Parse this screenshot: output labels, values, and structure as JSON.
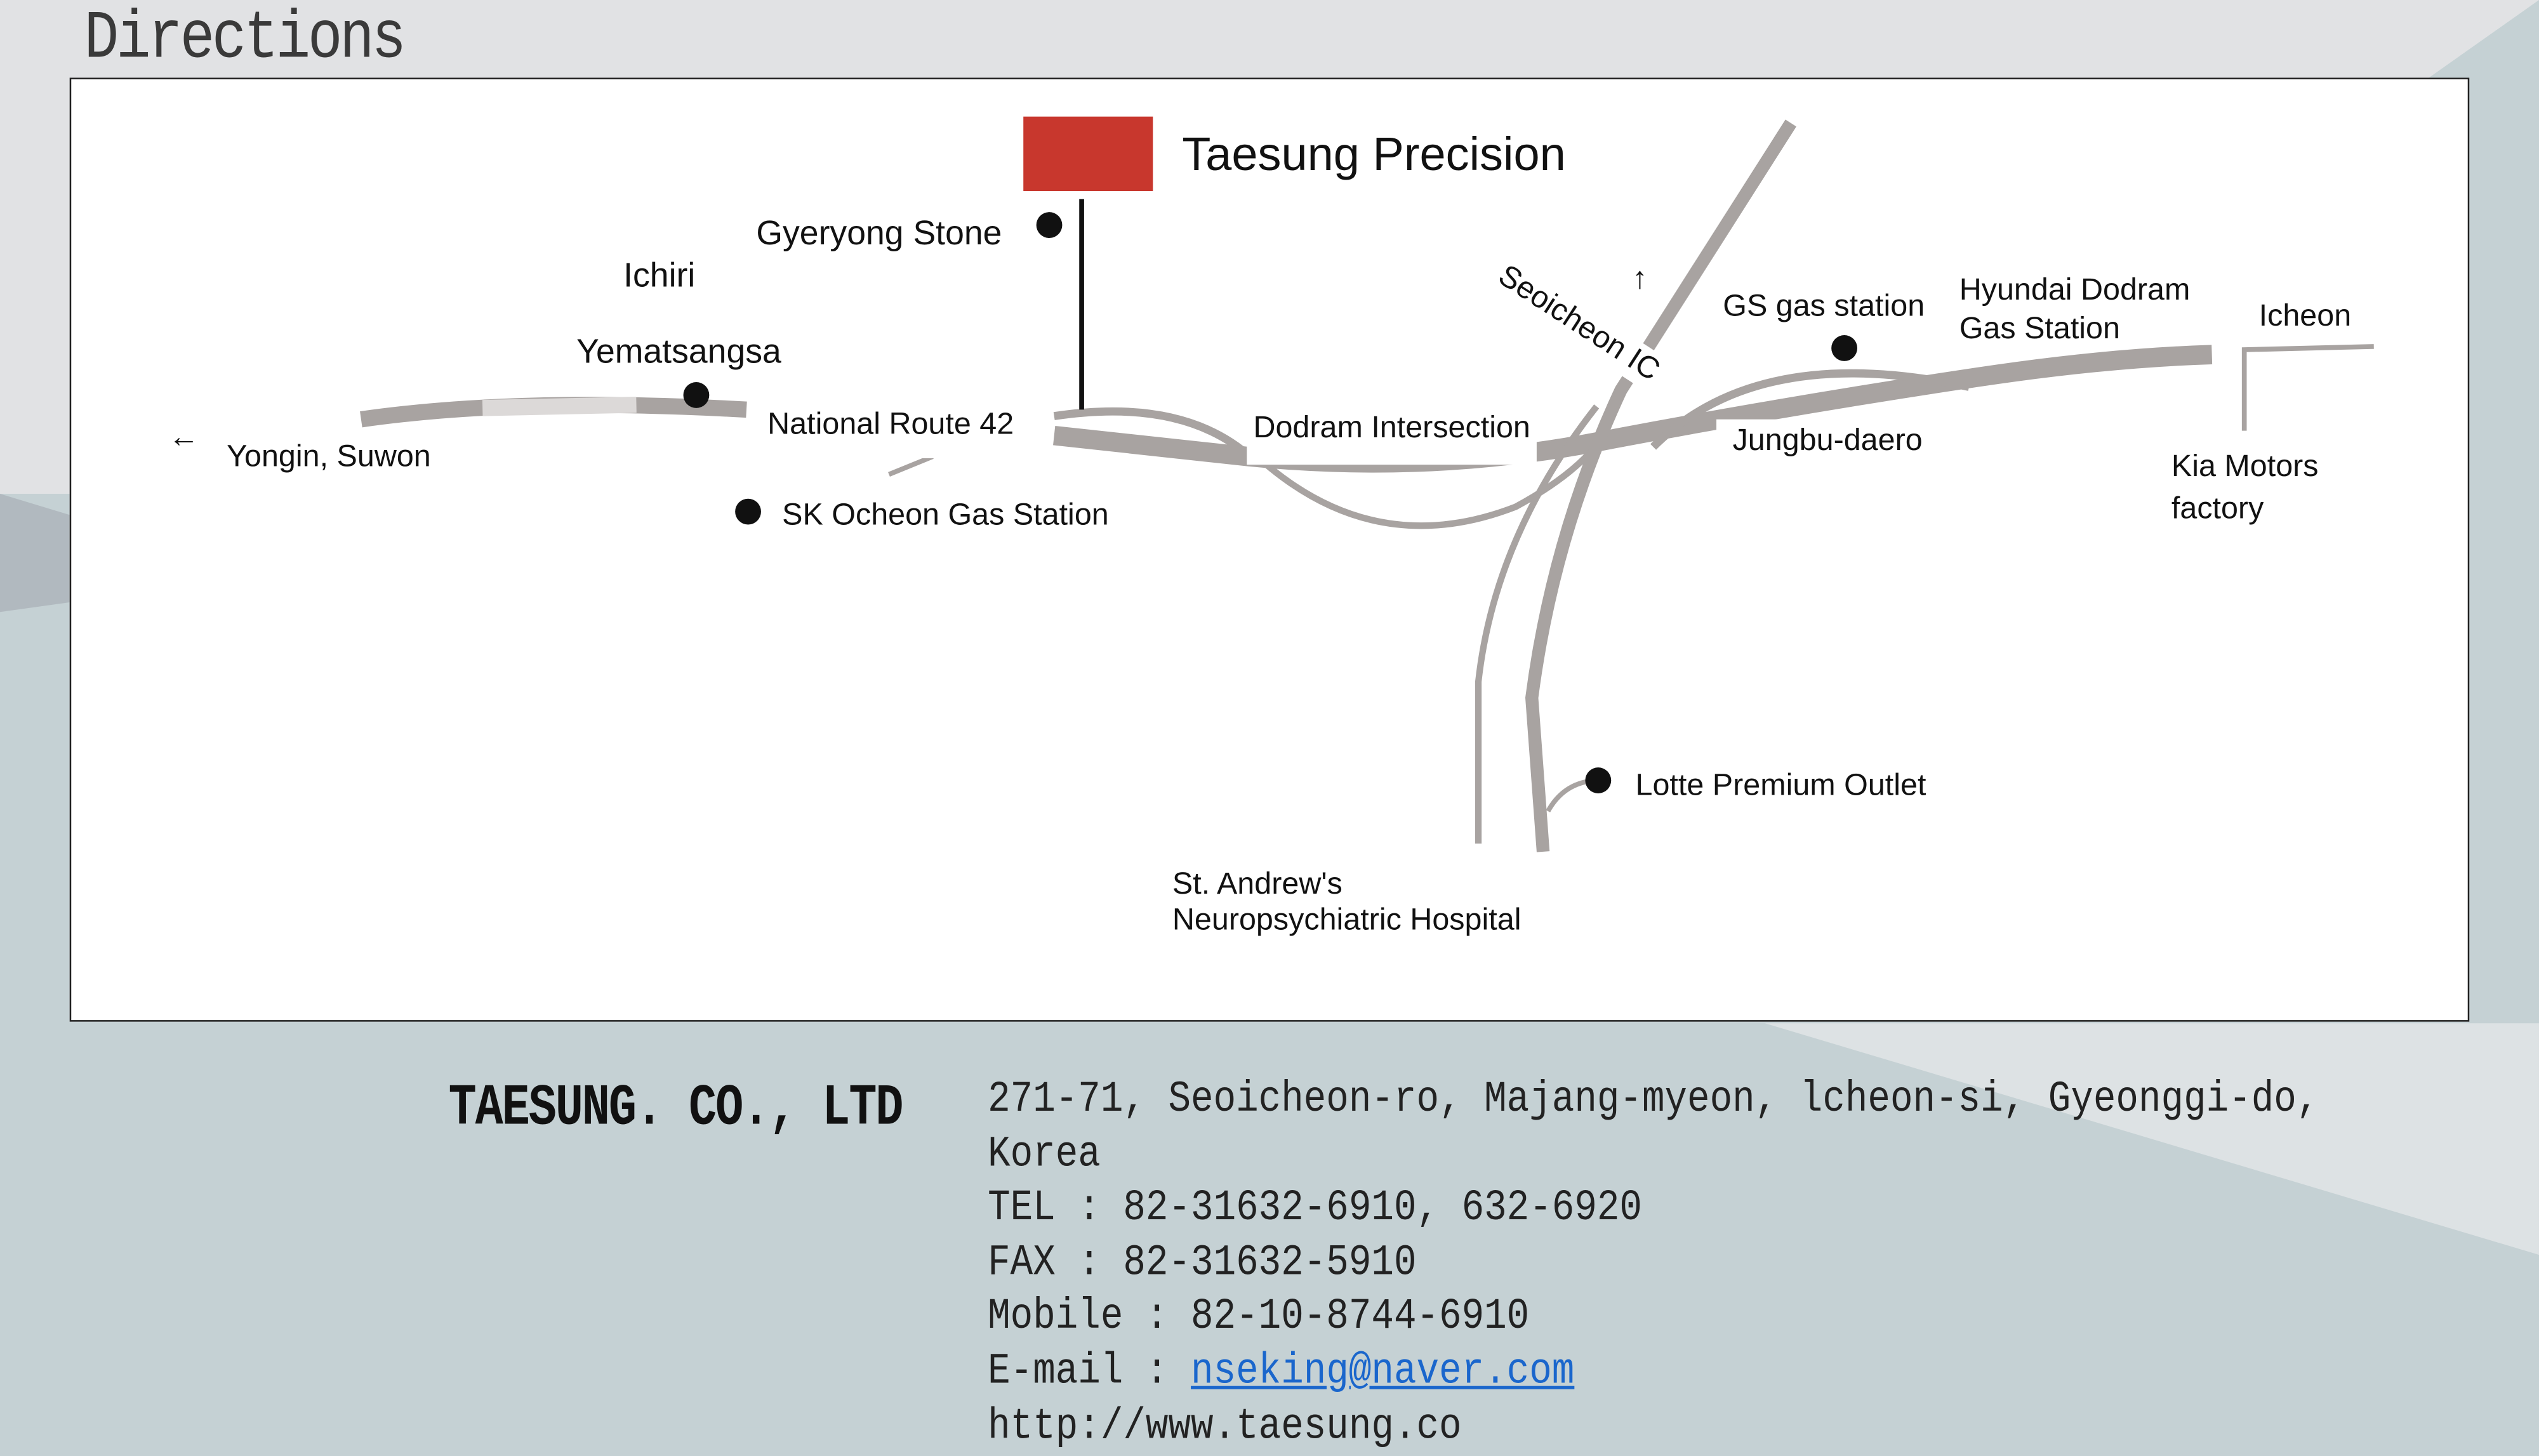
{
  "header": {
    "title": "Directions"
  },
  "map": {
    "destination": "Taesung Precision",
    "labels": {
      "gyeryong": "Gyeryong Stone",
      "ichiri": "Ichiri",
      "yematsangsa": "Yematsangsa",
      "yongin": "Yongin, Suwon",
      "route42": "National Route 42",
      "sk": "SK Ocheon Gas Station",
      "dodram": "Dodram Intersection",
      "seoicheon": "Seoicheon IC",
      "gs": "GS gas station",
      "hyundai_1": "Hyundai Dodram",
      "hyundai_2": "Gas Station",
      "icheon": "Icheon",
      "jungbu": "Jungbu-daero",
      "kia_1": "Kia Motors",
      "kia_2": "factory",
      "lotte": "Lotte Premium Outlet",
      "hospital_1": "St. Andrew's",
      "hospital_2": "Neuropsychiatric Hospital"
    },
    "arrows": {
      "left": "←",
      "up": "↑"
    },
    "colors": {
      "road": "#a8a3a1",
      "marker": "#c8372d"
    }
  },
  "footer": {
    "company": "TAESUNG. CO., LTD",
    "address": "271-71, Seoicheon-ro, Majang-myeon, lcheon-si, Gyeonggi-do, Korea",
    "tel": "TEL : 82-31632-6910, 632-6920",
    "fax": "FAX : 82-31632-5910",
    "mobile": "Mobile : 82-10-8744-6910",
    "email_label": "E-mail : ",
    "email": "nseking@naver.com",
    "web": "http://www.taesung.co"
  }
}
